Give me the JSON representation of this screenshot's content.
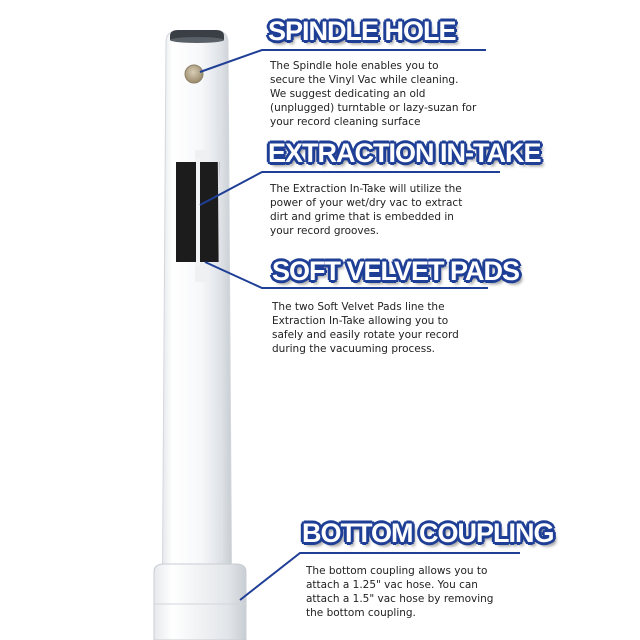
{
  "sections": [
    {
      "heading": "SPINDLE HOLE",
      "lines": [
        "The Spindle hole enables you to",
        "secure the Vinyl Vac while cleaning.",
        "We suggest dedicating an old",
        "(unplugged) turntable or lazy-suzan for",
        "your record cleaning surface"
      ]
    },
    {
      "heading": "EXTRACTION IN-TAKE",
      "lines": [
        "The Extraction In-Take will utilize the",
        "power of your wet/dry vac to extract",
        "dirt and grime that is embedded in",
        "your record grooves."
      ]
    },
    {
      "heading": "SOFT VELVET PADS",
      "lines": [
        "The two Soft Velvet Pads line the",
        "Extraction In-Take allowing you to",
        "safely and easily rotate your record",
        "during the vacuuming process."
      ]
    },
    {
      "heading": "BOTTOM COUPLING",
      "lines": [
        "The bottom coupling allows you to",
        "attach a 1.25\" vac hose. You can",
        "attach a 1.5\" vac hose by removing",
        "the bottom coupling."
      ]
    }
  ],
  "colors": {
    "heading_outline": "#1f3f96",
    "leader_line": "#1f3f96",
    "tube_body": "#f4f5f7",
    "tube_shadow": "#cfd3d8",
    "pad": "#1c1c1c",
    "spindle_hole": "#b9a98c"
  }
}
